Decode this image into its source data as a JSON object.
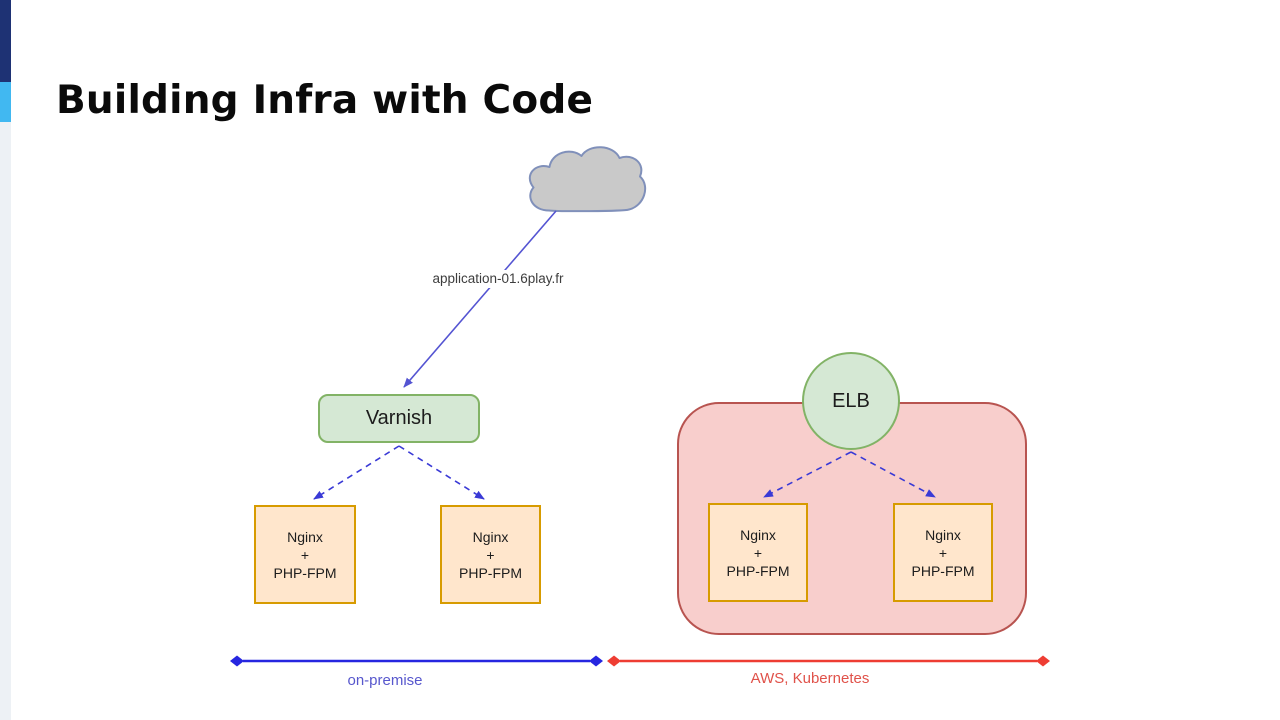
{
  "slide": {
    "title": "Building Infra with Code"
  },
  "colors": {
    "accent_navy": "#1e3274",
    "accent_sky": "#41b8f1",
    "rail_gray": "#edf1f5",
    "cloud_fill": "#c9c9c9",
    "cloud_border": "#8090ba",
    "connector_blue": "#5454d2",
    "dashed_blue": "#3a3ad6",
    "zone_line_blue": "#2626e0",
    "zone_line_red": "#ee3d33",
    "zone_text_blue": "#5757cd",
    "zone_text_red": "#e0524a",
    "green_fill": "#d5e8d4",
    "green_border": "#82b366",
    "orange_fill": "#ffe6cc",
    "orange_border": "#d79b00",
    "pink_fill": "#f8cecc",
    "pink_border": "#b85450"
  },
  "diagram": {
    "dns_label": "application-01.6play.fr",
    "varnish_label": "Varnish",
    "elb_label": "ELB",
    "nginx_lines": [
      "Nginx",
      "+",
      "PHP-FPM"
    ],
    "zones": [
      {
        "label": "on-premise"
      },
      {
        "label": "AWS, Kubernetes"
      }
    ]
  }
}
